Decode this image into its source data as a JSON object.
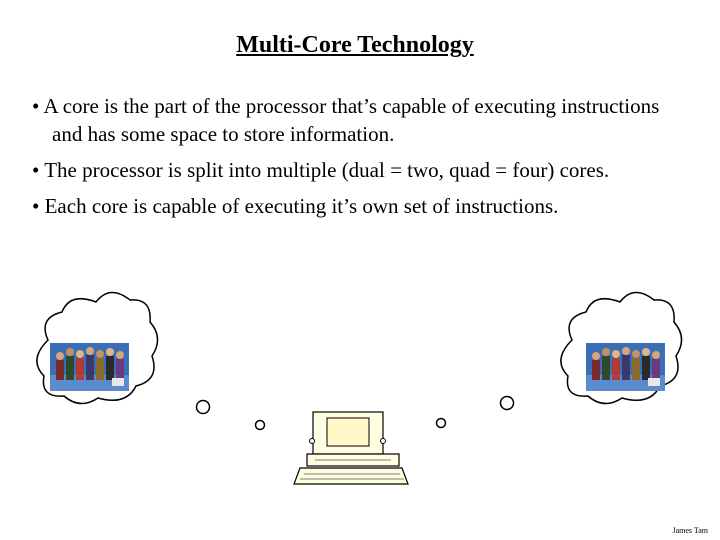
{
  "slide": {
    "title": "Multi-Core Technology",
    "bullets": [
      "• A core is the part of the processor that’s capable of executing instructions and has some space to store information.",
      "• The processor is split into multiple (dual = two, quad = four) cores.",
      "• Each core is capable of executing it’s own set of instructions."
    ],
    "footer": "James Tam"
  },
  "illustration": {
    "left_cloud_icon": "people-group-photo",
    "right_cloud_icon": "people-group-photo",
    "center_icon": "computer-icon",
    "colors": {
      "photo_background": "#3a6fb5",
      "outline": "#000000",
      "screen": "#fff9c8",
      "computer_body": "#fffde0"
    }
  }
}
